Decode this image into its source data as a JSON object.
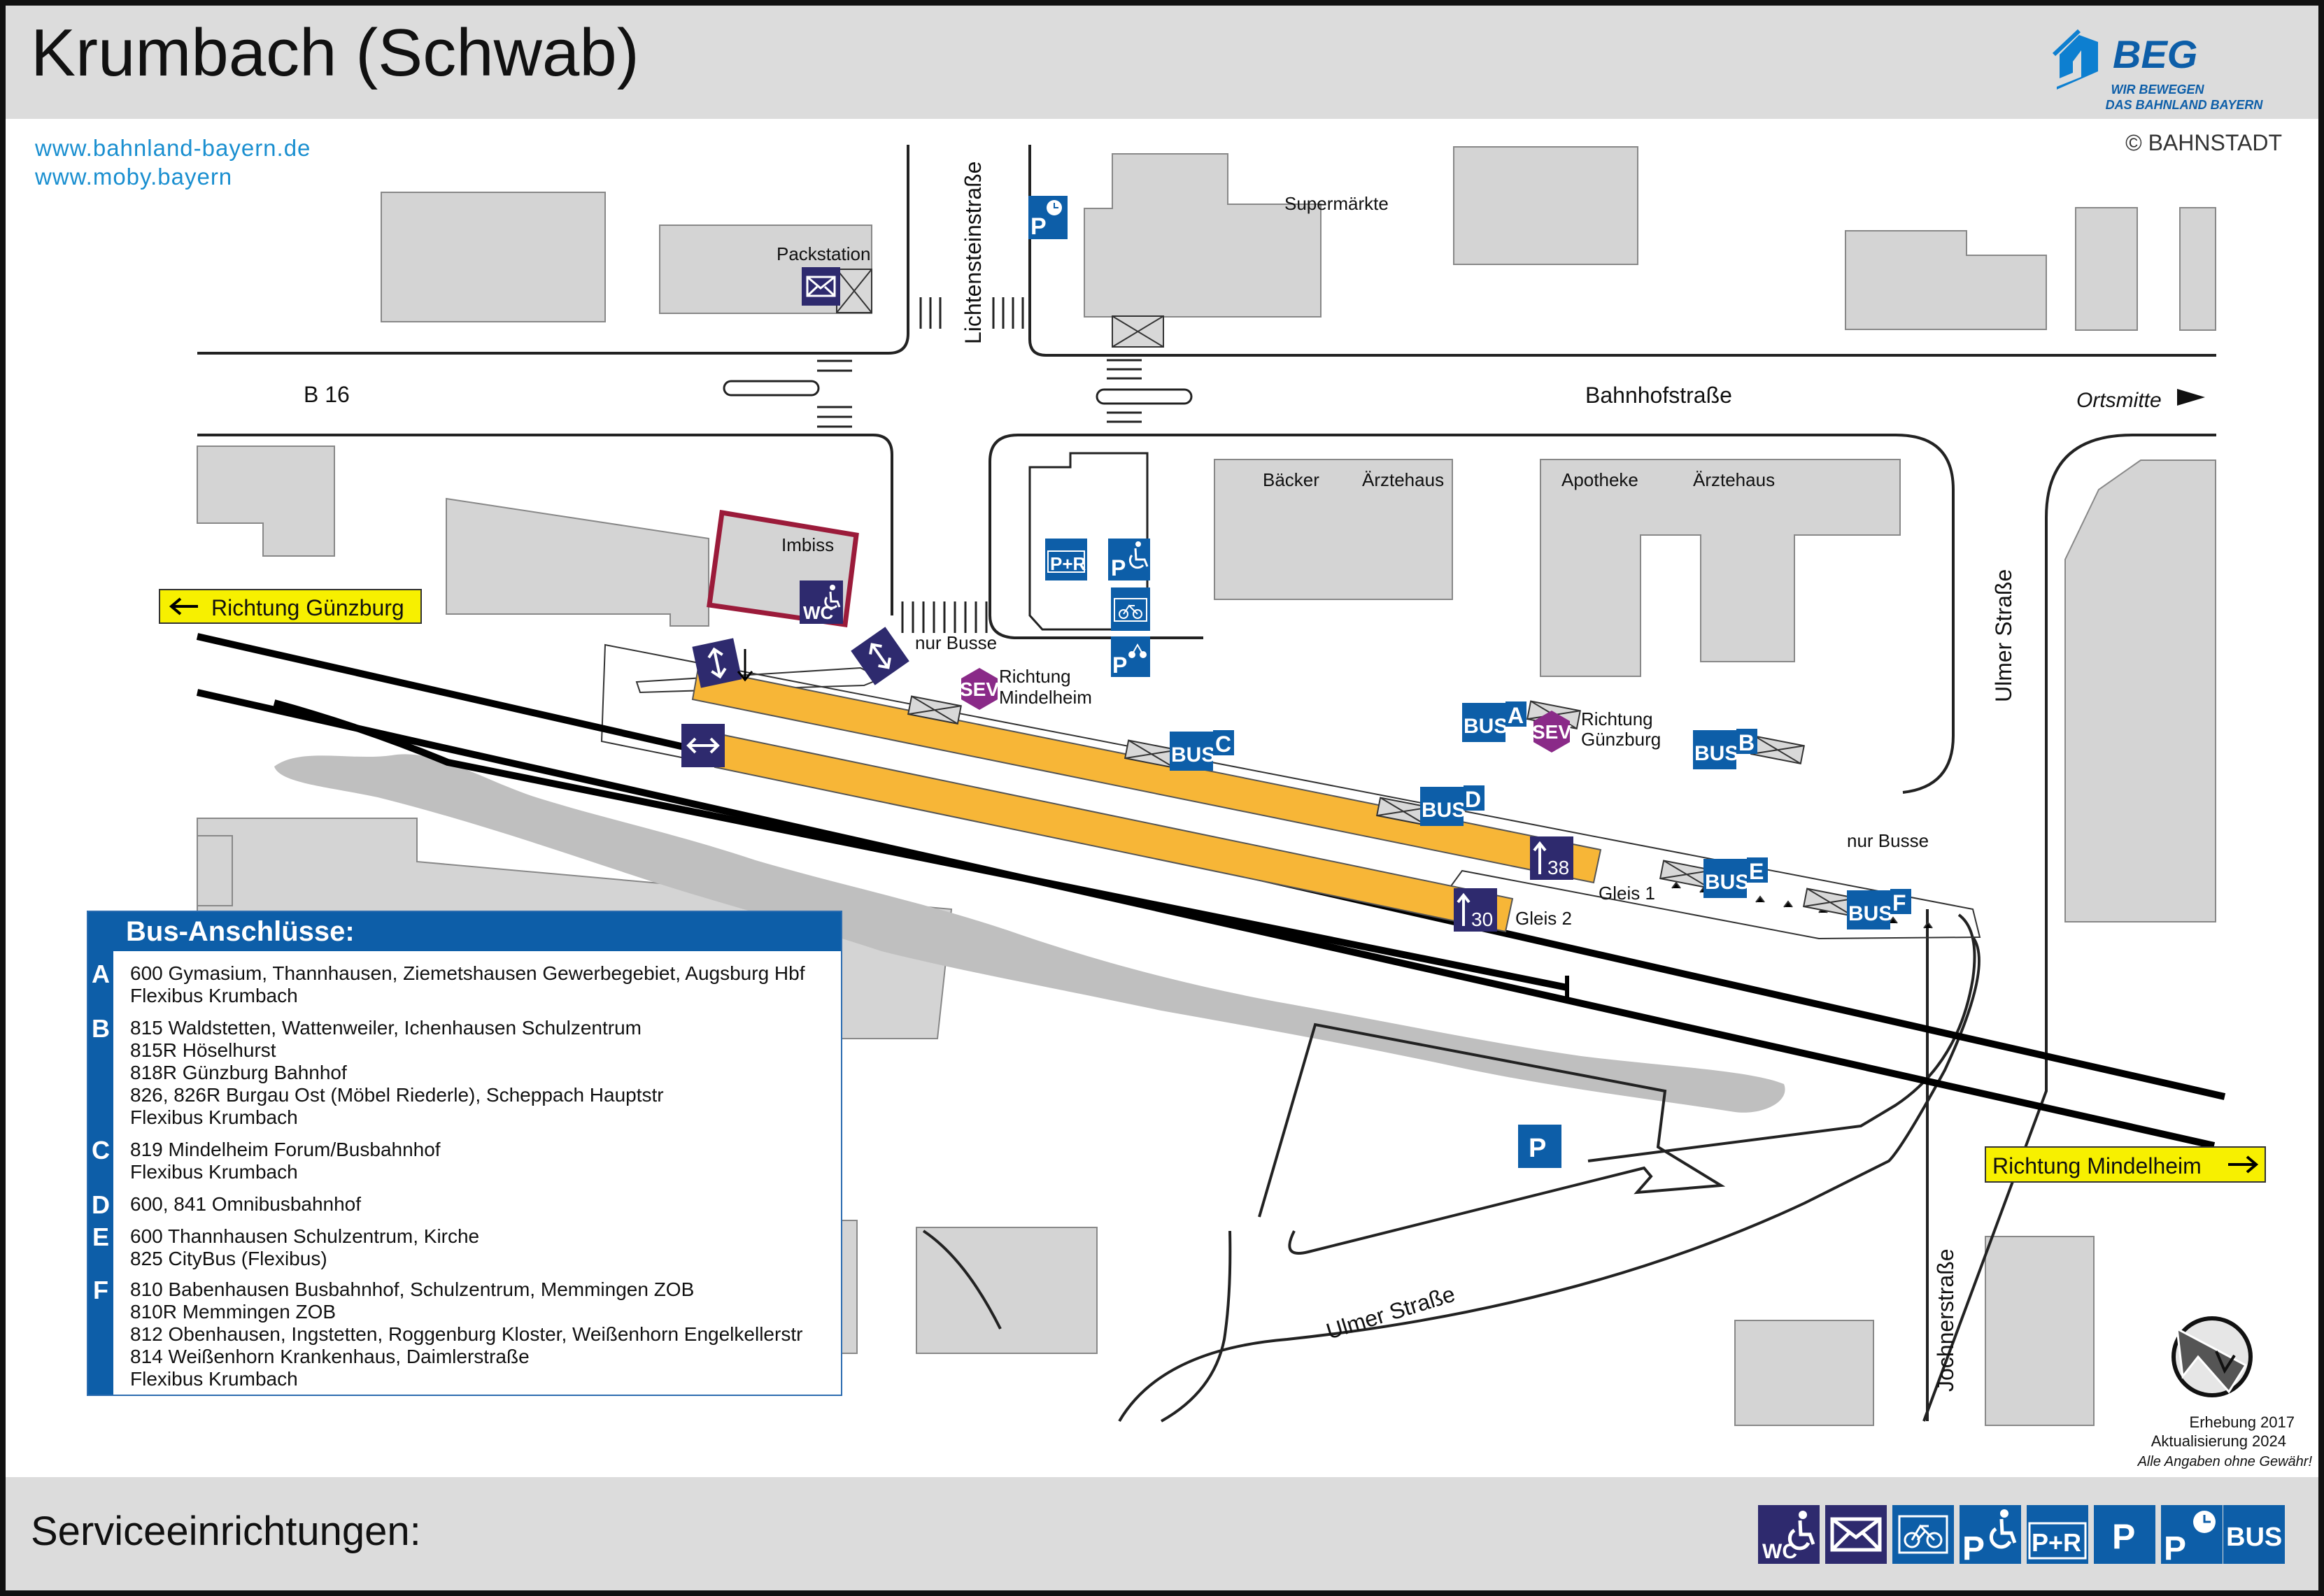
{
  "title": "Krumbach (Schwab)",
  "links": [
    "www.bahnland-bayern.de",
    "www.moby.bayern"
  ],
  "brand": {
    "name": "BEG",
    "tagline_1": "WIR BEWEGEN",
    "tagline_2": "DAS BAHNLAND BAYERN",
    "copyright": "© BAHNSTADT"
  },
  "streets": {
    "b16": "B 16",
    "bahnhofstrasse": "Bahnhofstraße",
    "lichtensteinstrasse": "Lichtensteinstraße",
    "ulmer_strasse_vertical": "Ulmer Straße",
    "ulmer_strasse_bottom": "Ulmer Straße",
    "jochnerstrasse": "Jochnerstraße"
  },
  "directions": {
    "guenzburg": "Richtung Günzburg",
    "mindelheim": "Richtung Mindelheim",
    "ortsmitte": "Ortsmitte"
  },
  "places": {
    "packstation": "Packstation",
    "supermaerkte": "Supermärkte",
    "baecker": "Bäcker",
    "aerztehaus_1": "Ärztehaus",
    "apotheke": "Apotheke",
    "aerztehaus_2": "Ärztehaus",
    "imbiss": "Imbiss"
  },
  "labels": {
    "nur_busse_1": "nur Busse",
    "nur_busse_2": "nur Busse",
    "sev_richtung_mindelheim_1": "Richtung",
    "sev_richtung_mindelheim_2": "Mindelheim",
    "sev_richtung_guenzburg_1": "Richtung",
    "sev_richtung_guenzburg_2": "Günzburg",
    "gleis_1": "Gleis 1",
    "gleis_2": "Gleis 2",
    "sev": "SEV",
    "platform_1_number": "38",
    "platform_2_number": "30"
  },
  "bus_stops": [
    "A",
    "B",
    "C",
    "D",
    "E",
    "F"
  ],
  "bus_icon_text": "BUS",
  "icon_texts": {
    "parking": "P",
    "park_and_ride": "P+R",
    "wc": "WC"
  },
  "bus_table": {
    "heading": "Bus-Anschlüsse:",
    "rows": [
      {
        "stop": "A",
        "lines": [
          "600 Gymasium, Thannhausen, Ziemetshausen Gewerbegebiet, Augsburg Hbf",
          "Flexibus Krumbach"
        ]
      },
      {
        "stop": "B",
        "lines": [
          "815 Waldstetten, Wattenweiler, Ichenhausen Schulzentrum",
          "815R Höselhurst",
          "818R Günzburg Bahnhof",
          "826, 826R Burgau Ost (Möbel Riederle), Scheppach Hauptstr",
          "Flexibus Krumbach"
        ]
      },
      {
        "stop": "C",
        "lines": [
          "819 Mindelheim Forum/Busbahnhof",
          "Flexibus Krumbach"
        ]
      },
      {
        "stop": "D",
        "lines": [
          "600, 841 Omnibusbahnhof"
        ]
      },
      {
        "stop": "E",
        "lines": [
          "600 Thannhausen Schulzentrum, Kirche",
          "825 CityBus (Flexibus)"
        ]
      },
      {
        "stop": "F",
        "lines": [
          "810 Babenhausen Busbahnhof, Schulzentrum, Memmingen ZOB",
          "810R Memmingen ZOB",
          "812 Obenhausen, Ingstetten, Roggenburg Kloster, Weißenhorn Engelkellerstr",
          "814 Weißenhorn Krankenhaus, Daimlerstraße",
          "Flexibus Krumbach"
        ]
      }
    ]
  },
  "survey": {
    "line_1": "Erhebung 2017",
    "line_2": "Aktualisierung 2024",
    "line_3": "Alle Angaben ohne Gewähr!"
  },
  "footer": {
    "label": "Serviceeinrichtungen:",
    "icons": [
      "wc-accessible-icon",
      "mail-icon",
      "bike-parking-icon",
      "disabled-parking-icon",
      "park-and-ride-icon",
      "parking-icon",
      "short-term-parking-icon",
      "bus-icon"
    ]
  },
  "colors": {
    "header_grey": "#dcdcdc",
    "building_grey": "#d4d4d4",
    "platform_yellow": "#f7b637",
    "sign_blue": "#0d5ea8",
    "sign_dark": "#2e2a6e",
    "sev_purple": "#8a2a88",
    "direction_yellow": "#f7f000",
    "imbiss_outline": "#9b1b3a",
    "link_blue": "#1a8fd0"
  }
}
